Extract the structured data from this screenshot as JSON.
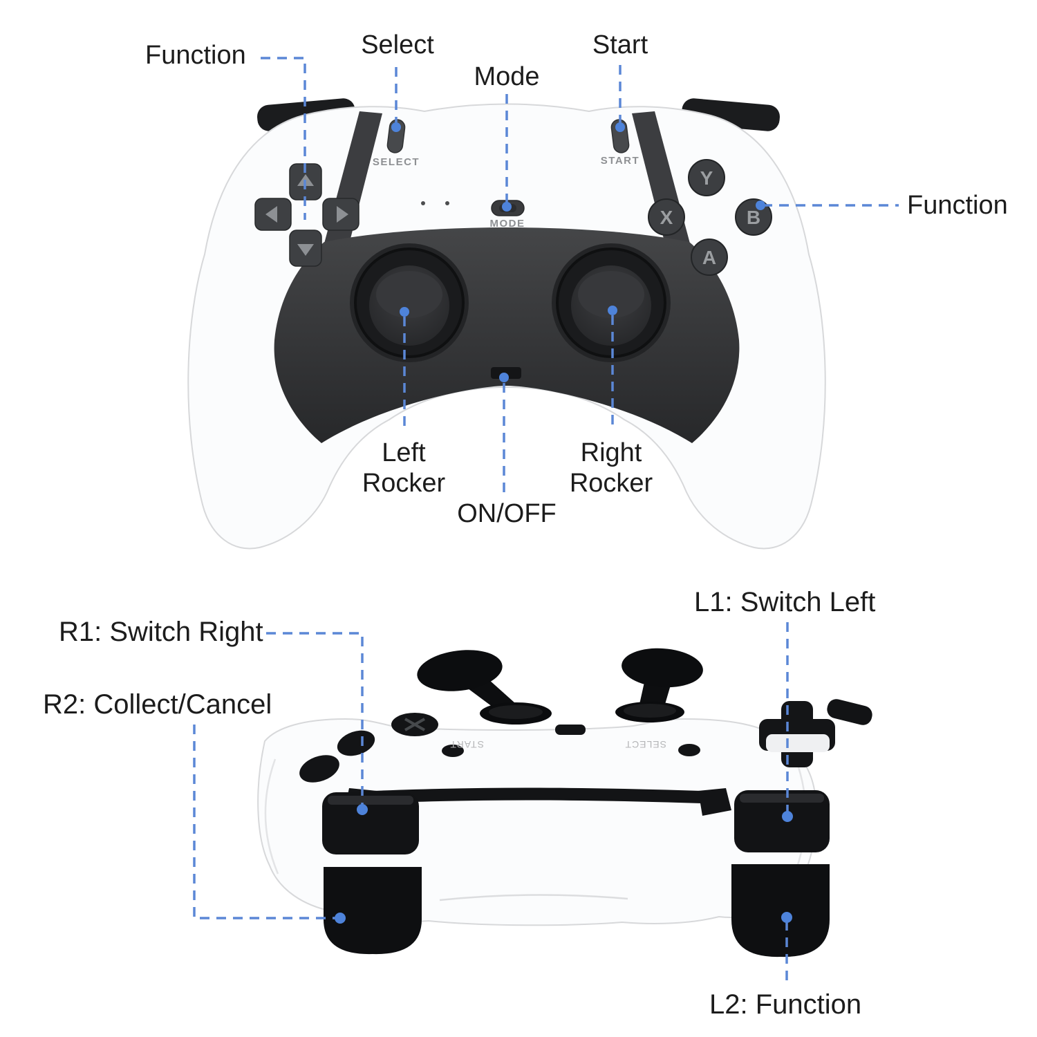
{
  "front_view": {
    "labels": {
      "function_left": "Function",
      "select": "Select",
      "mode": "Mode",
      "start": "Start",
      "function_right": "Function",
      "left_rocker": "Left\nRocker",
      "right_rocker": "Right\nRocker",
      "on_off": "ON/OFF"
    },
    "printed": {
      "select": "SELECT",
      "start": "START",
      "mode": "MODE"
    },
    "buttons": {
      "y": "Y",
      "x": "X",
      "b": "B",
      "a": "A"
    }
  },
  "back_view": {
    "labels": {
      "r1": "R1: Switch Right",
      "r2": "R2: Collect/Cancel",
      "l1": "L1: Switch Left",
      "l2": "L2: Function"
    },
    "printed": {
      "start_mirrored": "START",
      "select_mirrored": "SELECT"
    }
  },
  "colors": {
    "callout_line": "#5b87d6",
    "callout_dot": "#4e83da",
    "label_text": "#1c1c1c",
    "body_white": "#fbfcfd",
    "panel_dark": "#3a3b3e",
    "button_dark": "#3e4043",
    "back_black": "#121315"
  }
}
